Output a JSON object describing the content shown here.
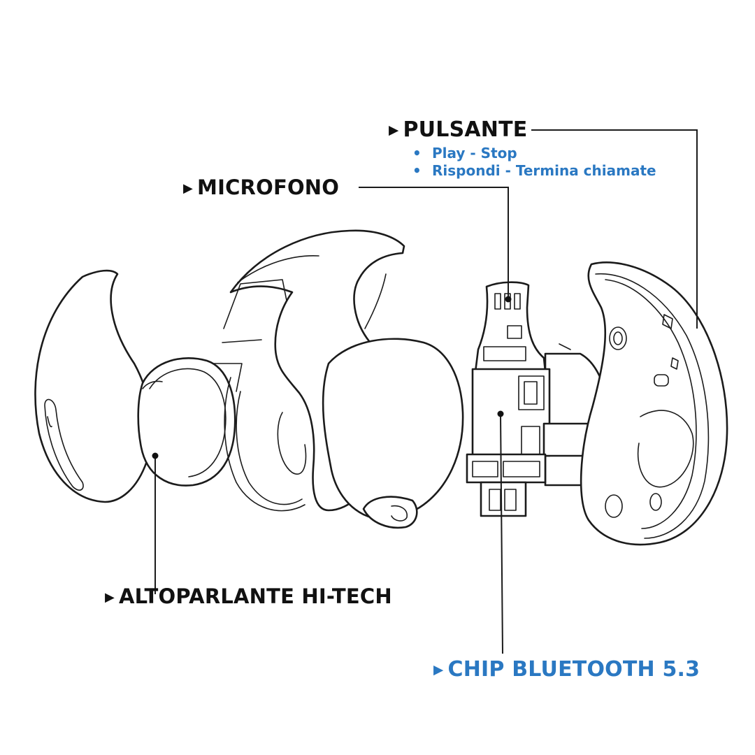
{
  "labels": {
    "pulsante": {
      "title": "PULSANTE",
      "features": [
        "Play - Stop",
        "Rispondi - Termina chiamate"
      ]
    },
    "microfono": "MICROFONO",
    "altoparlante": "ALTOPARLANTE HI-TECH",
    "chip": "CHIP BLUETOOTH 5.3"
  },
  "colors": {
    "accent": "#2a78c2",
    "text": "#111111",
    "line": "#1b1b1b",
    "background": "#ffffff"
  },
  "icons": {
    "label_marker": "triangle-right-icon",
    "list_marker": "bullet-icon"
  }
}
